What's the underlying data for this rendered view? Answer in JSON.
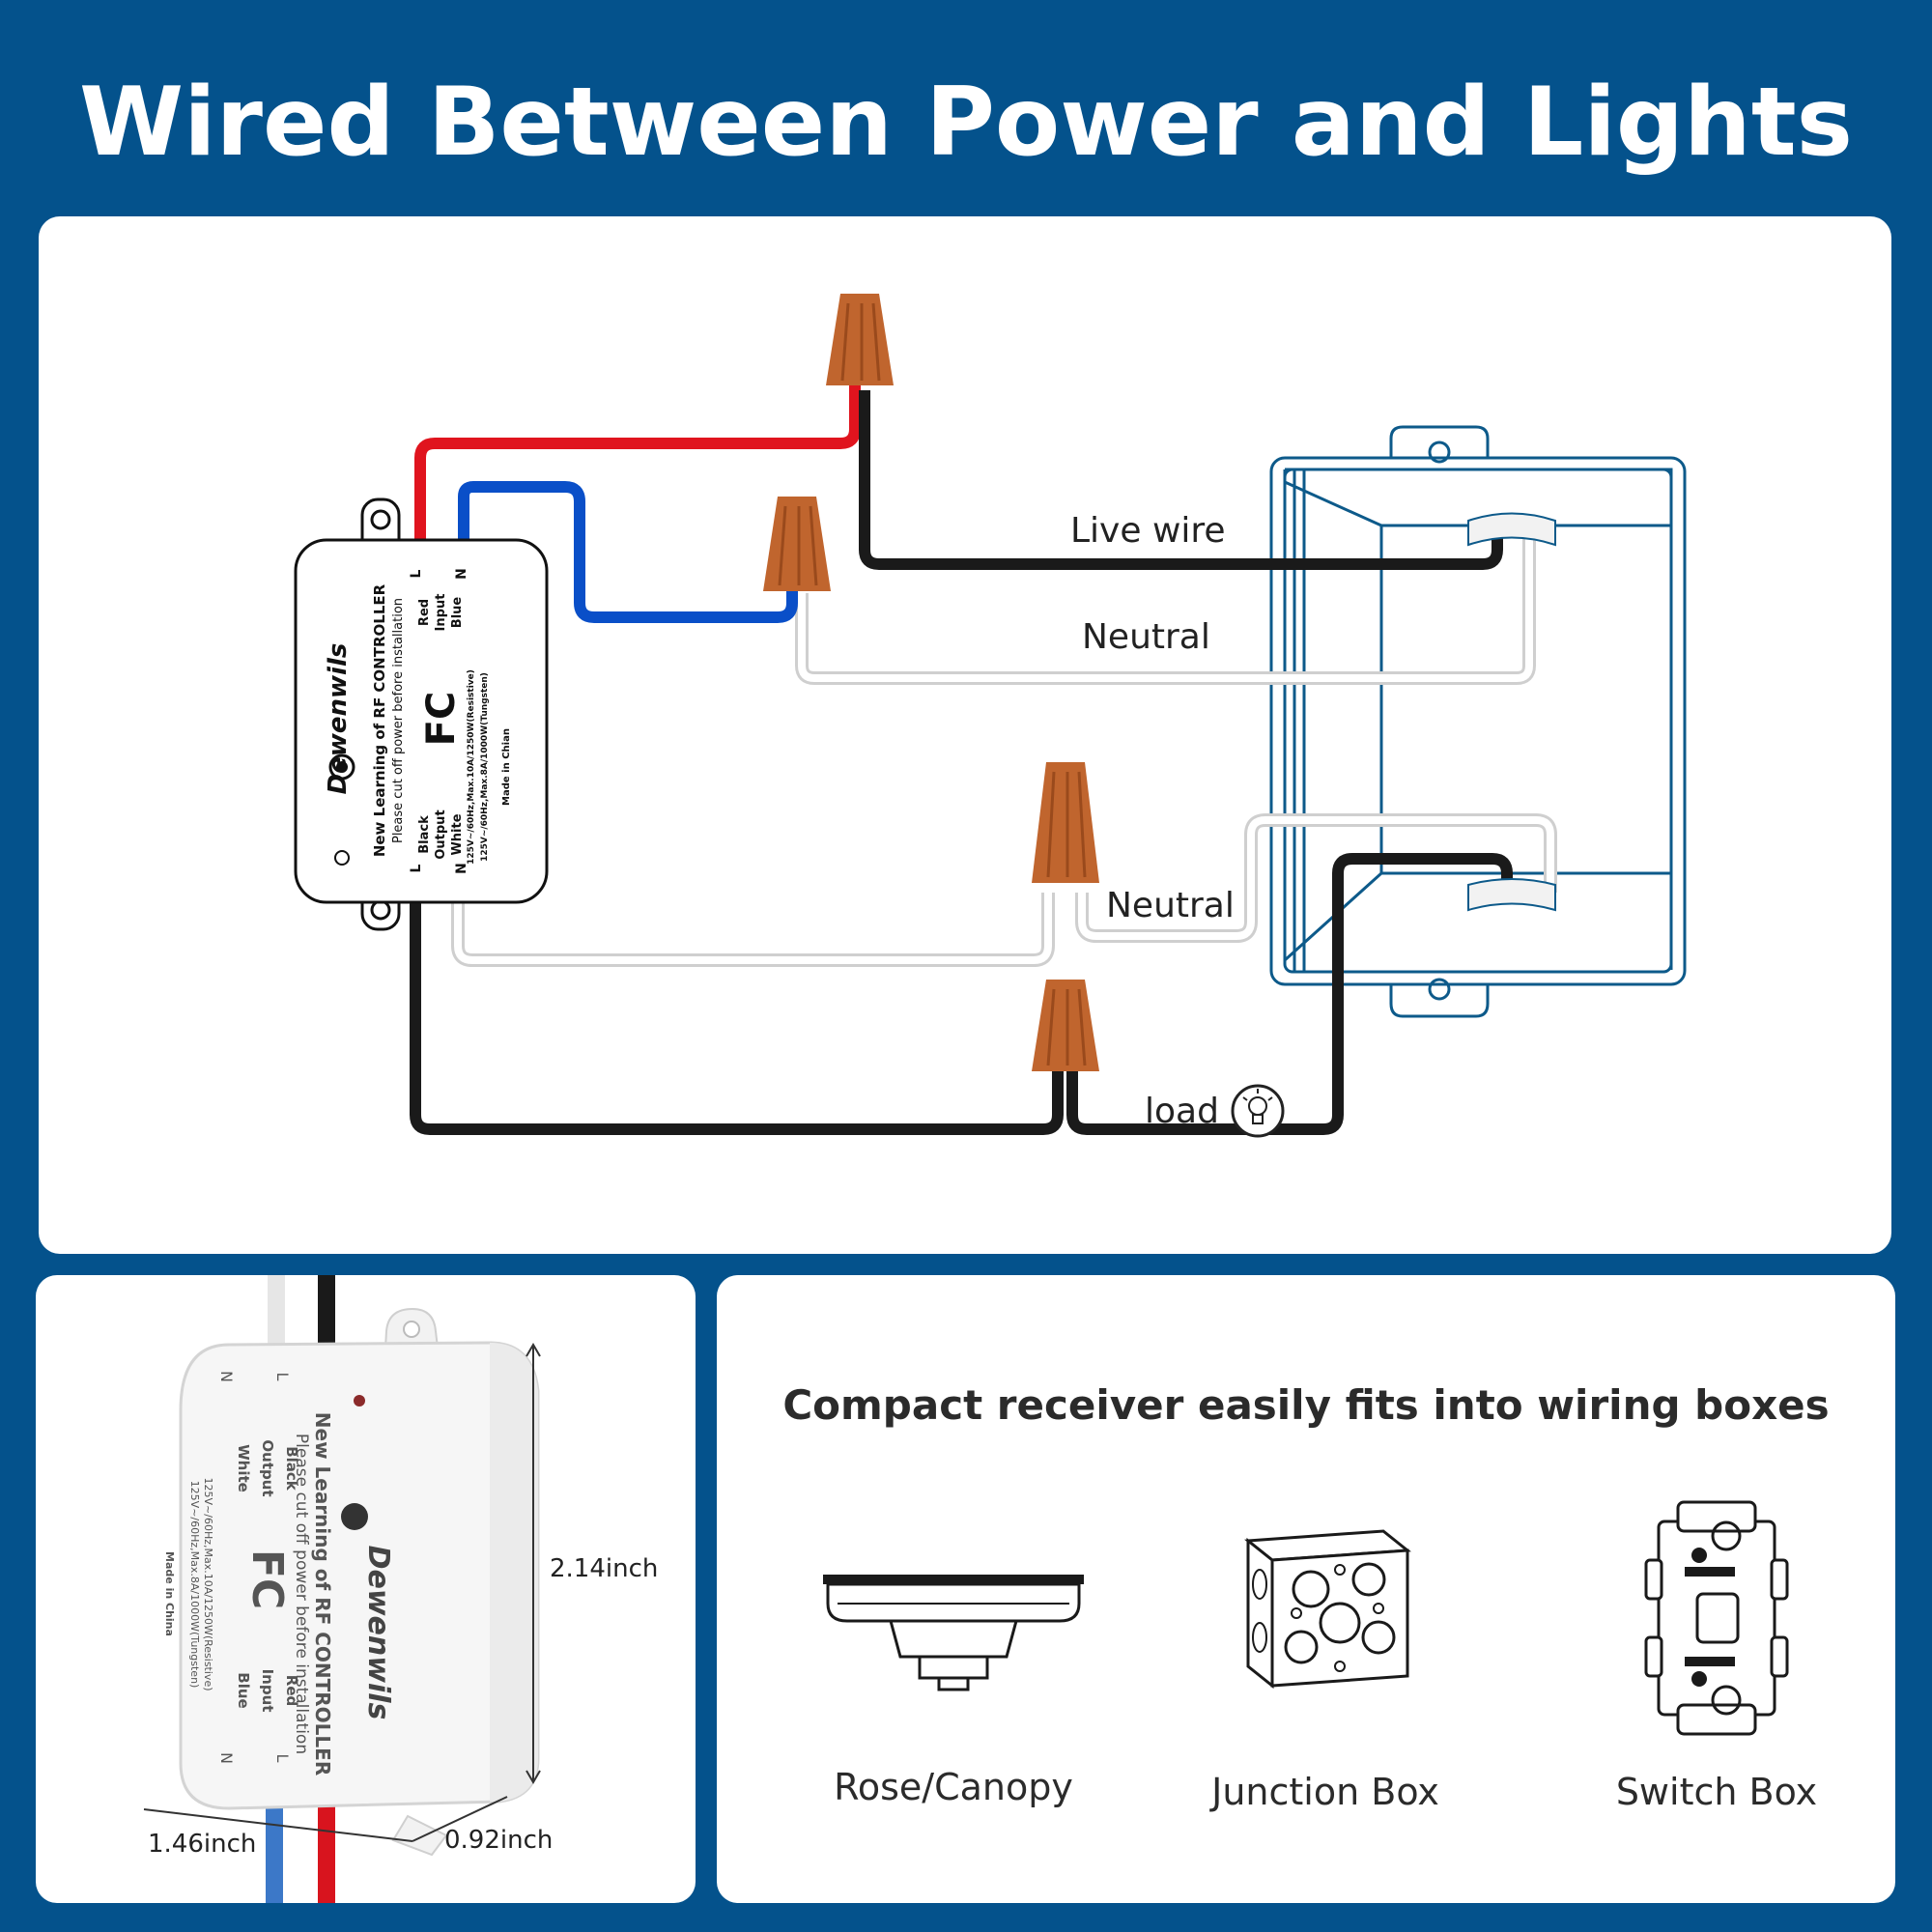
{
  "title": "Wired Between Power and Lights",
  "diagram": {
    "labels": {
      "live_wire": "Live wire",
      "neutral_top": "Neutral",
      "neutral_bottom": "Neutral",
      "load": "load"
    },
    "controller": {
      "brand": "Dewenwils",
      "title": "New Learning of RF CONTROLLER",
      "note": "Please cut off power before installation",
      "input_label": "Input",
      "output_label": "Output",
      "red": "Red",
      "blue": "Blue",
      "black": "Black",
      "white": "White",
      "l_mark": "L",
      "n_mark": "N",
      "rating1": "125V~/60Hz,Max.10A/1250W(Resistive)",
      "rating2": "125V~/60Hz,Max.8A/1000W(Tungsten)",
      "made_top": "Made in Chian",
      "made_bottom": "Made in China",
      "fcc": "FC"
    },
    "colors": {
      "red_wire": "#e0141e",
      "blue_wire": "#0a4fc8",
      "black_wire": "#1a1a1a",
      "neutral_wire": "#d8d8d8",
      "wire_nut": "#c0652e",
      "box_outline": "#0d5a8a"
    }
  },
  "dimensions": {
    "height": "2.14inch",
    "width": "1.46inch",
    "depth": "0.92inch"
  },
  "compact": {
    "heading": "Compact receiver easily fits into wiring boxes",
    "items": [
      {
        "label": "Rose/Canopy",
        "icon": "canopy-icon"
      },
      {
        "label": "Junction Box",
        "icon": "junction-box-icon"
      },
      {
        "label": "Switch Box",
        "icon": "switch-box-icon"
      }
    ]
  }
}
